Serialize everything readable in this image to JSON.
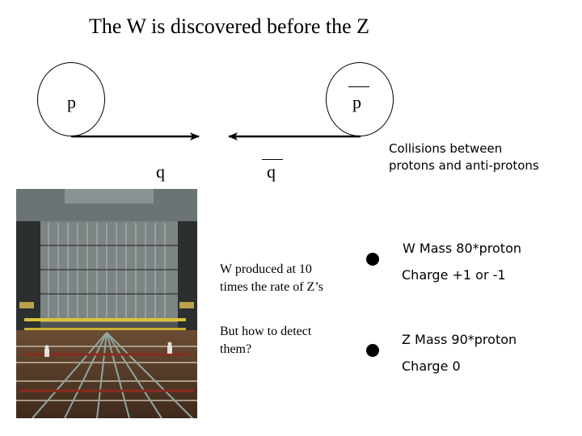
{
  "title": "The W is discovered before the Z",
  "diagram": {
    "proton_label": "p",
    "antiproton_label": "p",
    "quark_label": "q",
    "antiquark_label": "q"
  },
  "collisions_text_line1": "Collisions between",
  "collisions_text_line2": "protons and anti-protons",
  "left_text": {
    "w_produced": "W produced at 10 times the rate of Z’s",
    "detect": "But how to detect them?"
  },
  "w_boson": {
    "mass": "W Mass 80*proton",
    "charge": "Charge +1 or -1"
  },
  "z_boson": {
    "mass": "Z Mass 90*proton",
    "charge": "Charge 0"
  }
}
